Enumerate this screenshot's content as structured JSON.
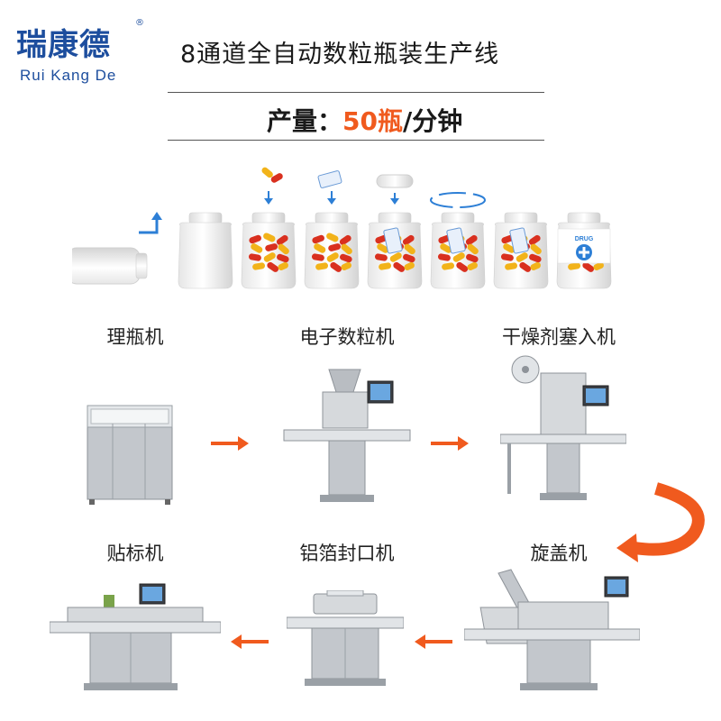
{
  "logo": {
    "cn": "瑞康德",
    "en": "Rui Kang De",
    "reg": "®"
  },
  "title": "8通道全自动数粒瓶装生产线",
  "speed": {
    "prefix": "产量：",
    "value": "50瓶",
    "unit": "/分钟"
  },
  "bottle_sequence": {
    "drug_label": "DRUG"
  },
  "machines": {
    "m1": "理瓶机",
    "m2": "电子数粒机",
    "m3": "干燥剂塞入机",
    "m4": "旋盖机",
    "m5": "铝箔封口机",
    "m6": "贴标机"
  },
  "colors": {
    "brand": "#1d4e9e",
    "accent": "#f05a1e",
    "capsule_red": "#d9301f",
    "capsule_yellow": "#f2b31a",
    "steel": "#b9bdc2"
  }
}
